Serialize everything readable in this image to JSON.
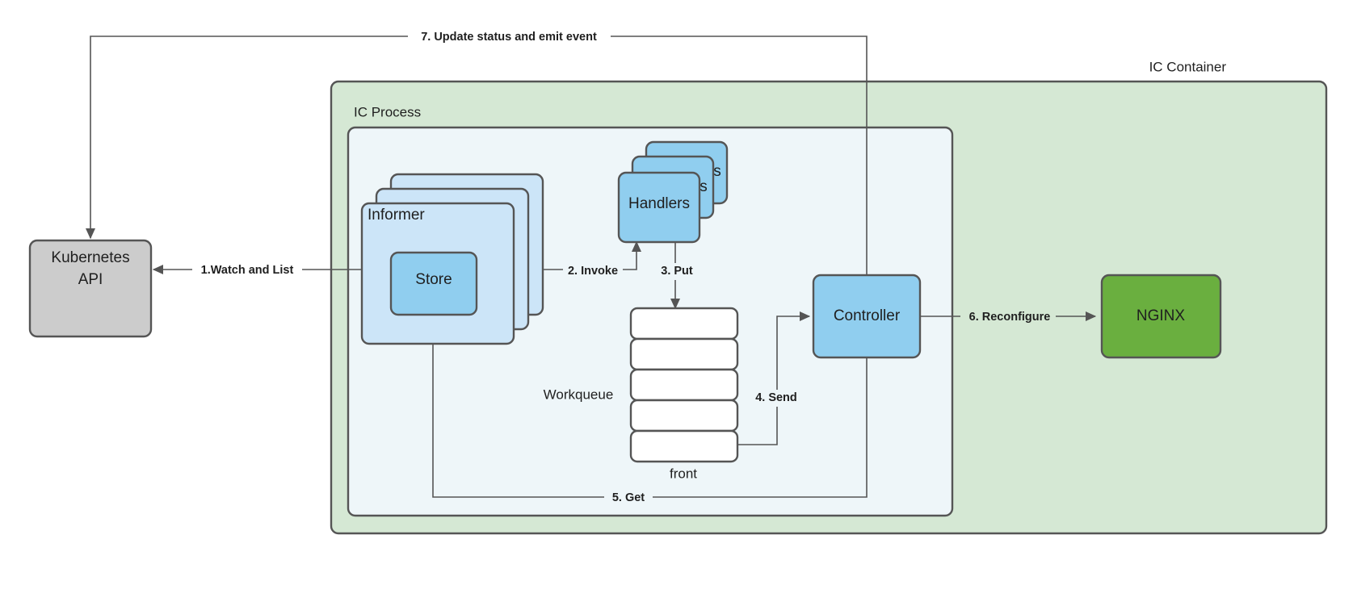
{
  "diagram": {
    "title": "NGINX Ingress Controller architecture flow",
    "colors": {
      "k8s_api_fill": "#cccccc",
      "informer_fill": "#cce5f8",
      "store_fill": "#90ceef",
      "handlers_fill": "#90ceef",
      "controller_fill": "#90ceef",
      "nginx_fill": "#6aaf3f",
      "container_fill": "#d5e8d4",
      "process_fill": "#eef6f9",
      "queue_fill": "#ffffff",
      "stroke": "#555555",
      "text": "#1f1f1f"
    },
    "groups": {
      "container_label": "IC Container",
      "process_label": "IC Process"
    },
    "nodes": {
      "k8s_api": "Kubernetes\nAPI",
      "k8s_api_line1": "Kubernetes",
      "k8s_api_line2": "API",
      "informer": "Informer",
      "store": "Store",
      "handlers": "Handlers",
      "handlers_back1": "s",
      "handlers_back2": "s",
      "workqueue": "Workqueue",
      "queue_front": "front",
      "controller": "Controller",
      "nginx": "NGINX"
    },
    "edges": [
      {
        "id": "e1",
        "label": "1.Watch and List"
      },
      {
        "id": "e2",
        "label": "2. Invoke"
      },
      {
        "id": "e3",
        "label": "3. Put"
      },
      {
        "id": "e4",
        "label": "4. Send"
      },
      {
        "id": "e5",
        "label": "5. Get"
      },
      {
        "id": "e6",
        "label": "6. Reconfigure"
      },
      {
        "id": "e7",
        "label": "7. Update status and emit event"
      }
    ],
    "queue_cells": [
      {
        "index": 0,
        "text": ""
      },
      {
        "index": 1,
        "text": ""
      },
      {
        "index": 2,
        "text": ""
      },
      {
        "index": 3,
        "text": ""
      },
      {
        "index": 4,
        "text": ""
      }
    ]
  }
}
